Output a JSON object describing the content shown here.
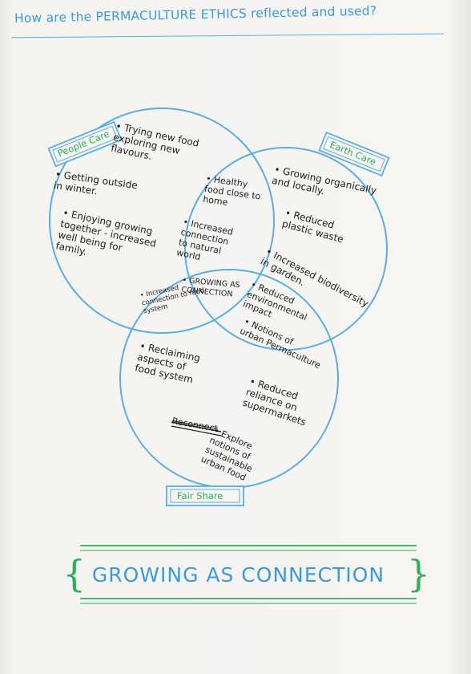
{
  "title": "How are the PERMACULTURE ETHICS reflected and used?",
  "circles": {
    "people_care": {
      "tag": "People Care",
      "notes": [
        "• Trying new food\n  exploring new\n  flavours.",
        "• Getting outside\n  in winter.",
        "• Enjoying growing\n  together - increased\n  well being for\n  family."
      ]
    },
    "earth_care": {
      "tag": "Earth Care",
      "notes": [
        "• Growing organically\n  and locally.",
        "• Reduced\n  plastic waste",
        "• Increased biodiversity\n  in garden."
      ]
    },
    "fair_share": {
      "tag": "Fair Share",
      "notes": [
        "• Reclaiming\n  aspects of\n  food system",
        "• Reduced\n  reliance on\n  supermarkets",
        "• Explore\n  notions of\n  sustainable\n  urban food"
      ],
      "crossed_out": "Reconnect"
    }
  },
  "overlaps": {
    "people_earth": [
      "• Healthy\n  food close to\n  home",
      "• Increased\n  connection\n  to natural\n  world"
    ],
    "center": "• GROWING AS\n  CONNECTION",
    "people_fair": "• Increased\n  connection to food\n  system",
    "earth_fair": [
      "• Reduced\n  environmental\n  impact",
      "• Notions of\n  urban Permaculture"
    ]
  },
  "banner": "GROWING AS CONNECTION",
  "colors": {
    "blue_ink": "#3a9bd8",
    "green_ink": "#2fae55",
    "black_ink": "#1c1c1c"
  }
}
